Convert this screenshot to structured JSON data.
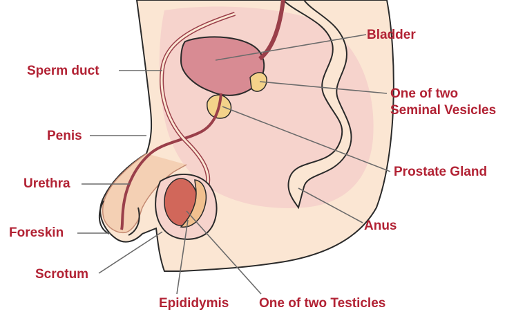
{
  "diagram": {
    "labels": {
      "bladder": "Bladder",
      "sperm_duct": "Sperm duct",
      "seminal_vesicles_line1": "One of two",
      "seminal_vesicles_line2": "Seminal Vesicles",
      "penis": "Penis",
      "prostate_gland": "Prostate Gland",
      "urethra": "Urethra",
      "anus": "Anus",
      "foreskin": "Foreskin",
      "scrotum": "Scrotum",
      "epididymis": "Epididymis",
      "testicles": "One of two Testicles"
    },
    "colors": {
      "label_text": "#b22234",
      "leader_line": "#6b6b6b",
      "skin": "#fbe6d3",
      "body_outline": "#2a2a2a",
      "pelvis_fill": "#f6d3cc",
      "bladder_fill": "#d88b93",
      "duct_fill": "#fbe6d3",
      "duct_stroke": "#9a3f4a",
      "testicle_fill": "#d1675a",
      "epididymis_fill": "#f1c08f",
      "vesicle_fill": "#f3d28a",
      "intestine_fill": "#fbe6d3"
    }
  }
}
